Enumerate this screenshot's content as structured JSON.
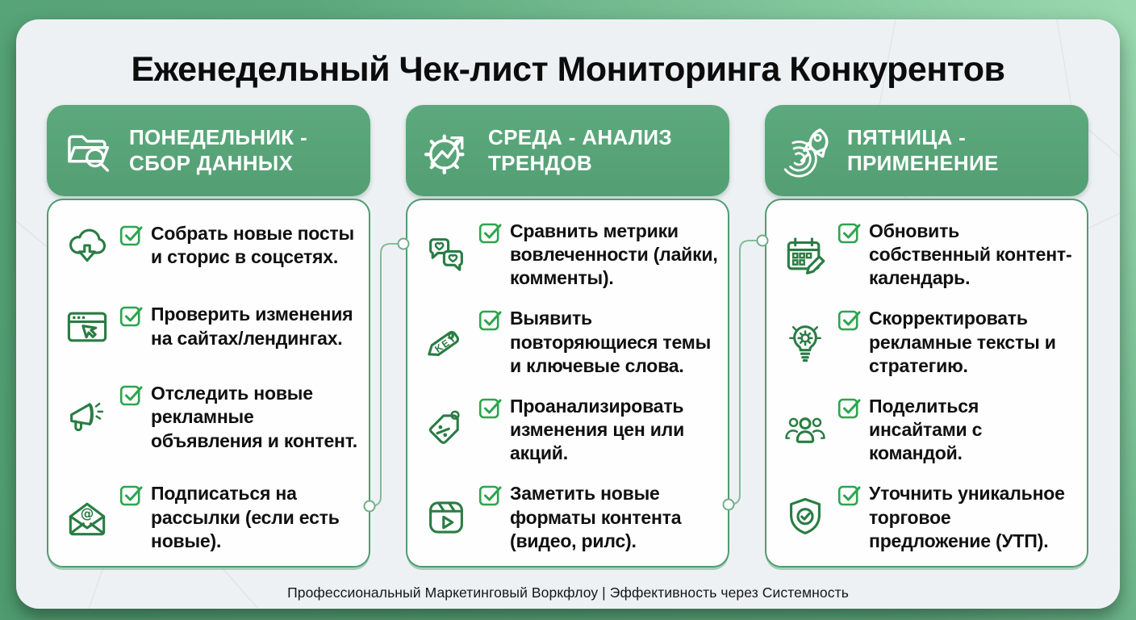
{
  "page": {
    "title": "Еженедельный Чек-лист Мониторинга Конкурентов",
    "footer": "Профессиональный Маркетинговый Воркфлоу | Эффективность через Системность"
  },
  "colors": {
    "bg-green": "#5aa77b",
    "bg-green-light": "#9bd9b1",
    "bg-green-dark": "#4f9c70",
    "card-bg": "#eef1f4",
    "header-green": "#539f73",
    "header-green-top": "#5ca97d",
    "column-border": "#4f9c71",
    "icon-green": "#2a7c44",
    "check-green": "#2ea44f",
    "connector-green": "#85bb9b"
  },
  "columns": [
    {
      "header": "ПОНЕДЕЛЬНИК - СБОР ДАННЫХ",
      "header_icon": "folder-search-icon",
      "items": [
        {
          "icon": "cloud-download-icon",
          "text": "Собрать новые посты и сторис в соцсетях."
        },
        {
          "icon": "browser-cursor-icon",
          "text": "Проверить изменения на сайтах/лендингах."
        },
        {
          "icon": "megaphone-icon",
          "text": "Отследить новые рекламные объявления и контент."
        },
        {
          "icon": "mail-at-icon",
          "icon_text": "@",
          "text": "Подписаться на рассылки (если есть новые)."
        }
      ]
    },
    {
      "header": "СРЕДА - АНАЛИЗ ТРЕНДОВ",
      "header_icon": "gear-trend-icon",
      "items": [
        {
          "icon": "chat-hearts-icon",
          "text": "Сравнить метрики вовлеченности (лайки, комменты)."
        },
        {
          "icon": "key-tag-icon",
          "icon_text": "KEY",
          "text": "Выявить повторяющиеся темы и ключевые слова."
        },
        {
          "icon": "percent-tag-icon",
          "text": "Проанализировать изменения цен или акций."
        },
        {
          "icon": "reels-icon",
          "text": "Заметить новые форматы контента (видео, рилс)."
        }
      ]
    },
    {
      "header": "ПЯТНИЦА - ПРИМЕНЕНИЕ",
      "header_icon": "rocket-target-icon",
      "items": [
        {
          "icon": "calendar-edit-icon",
          "text": "Обновить собственный контент-календарь."
        },
        {
          "icon": "bulb-gear-icon",
          "text": "Скорректировать рекламные тексты и стратегию."
        },
        {
          "icon": "team-icon",
          "text": "Поделиться инсайтами с командой."
        },
        {
          "icon": "shield-check-icon",
          "text": "Уточнить уникальное торговое предложение (УТП)."
        }
      ]
    }
  ]
}
